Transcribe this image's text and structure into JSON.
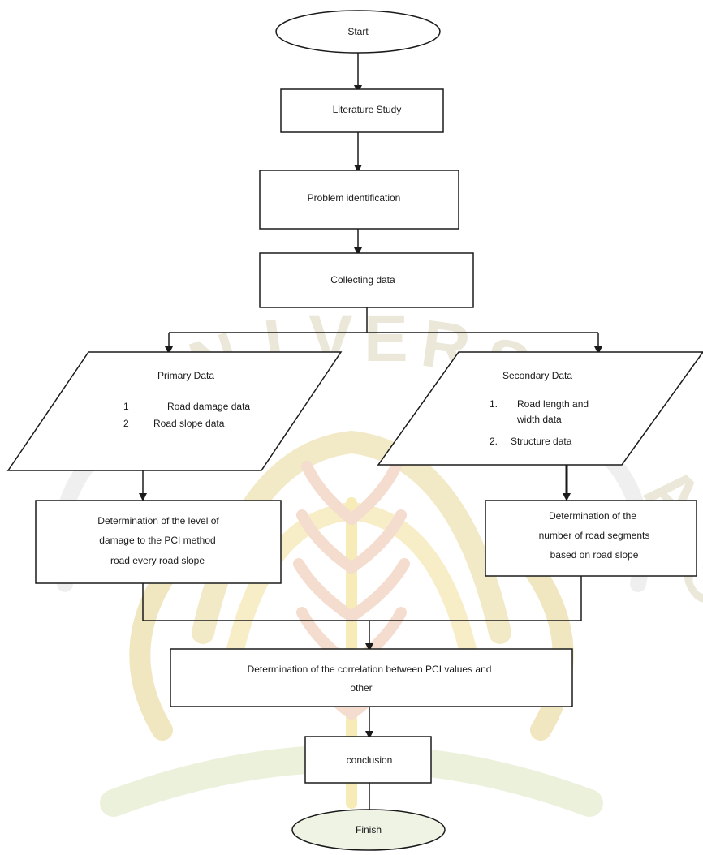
{
  "watermark": {
    "text": "UNIVERSITAS",
    "colors": {
      "pale_yellow": "#f6eab0",
      "pale_red": "#f3d2c4",
      "pale_green": "#e0ecc9",
      "pale_gray": "#ececec"
    }
  },
  "flowchart": {
    "start": "Start",
    "literature": "Literature Study",
    "problem": "Problem identification",
    "collect": "Collecting data",
    "primary": {
      "title": "Primary Data",
      "items": [
        {
          "num": "1",
          "text": "Road damage data"
        },
        {
          "num": "2",
          "text": "Road slope data"
        }
      ]
    },
    "secondary": {
      "title": "Secondary Data",
      "items": [
        {
          "num": "1.",
          "lines": [
            "Road length and",
            "width data"
          ]
        },
        {
          "num": "2.",
          "lines": [
            "Structure data"
          ]
        }
      ]
    },
    "det_left": [
      "Determination of the level of",
      "damage to the PCI method",
      "road every road slope"
    ],
    "det_right": [
      "Determination of the",
      "number of road segments",
      "based on road slope"
    ],
    "correlation": [
      "Determination of the correlation between PCI values and",
      "other"
    ],
    "conclusion": "conclusion",
    "finish": "Finish"
  },
  "style": {
    "stroke": "#1a1a1a",
    "background": "#ffffff",
    "finish_fill": "#eef3e4"
  }
}
